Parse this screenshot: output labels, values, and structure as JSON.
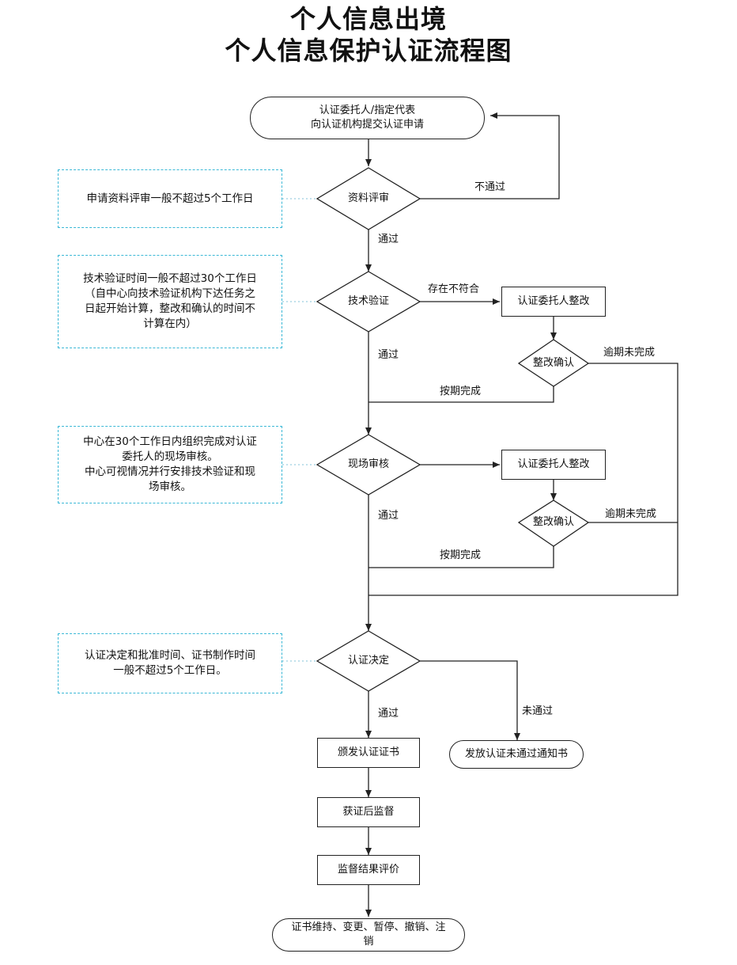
{
  "title": {
    "line1": "个人信息出境",
    "line2": "个人信息保护认证流程图"
  },
  "nodes": {
    "start": [
      "认证委托人/指定代表",
      "向认证机构提交认证申请"
    ],
    "doc_review": "资料评审",
    "tech_verify": "技术验证",
    "rectify_1": "认证委托人整改",
    "confirm_1": "整改确认",
    "onsite_audit": "现场审核",
    "rectify_2": "认证委托人整改",
    "confirm_2": "整改确认",
    "decision": "认证决定",
    "issue_cert": "颁发认证证书",
    "not_passed_notice": "发放认证未通过通知书",
    "post_supervision": "获证后监督",
    "supervision_eval": "监督结果评价",
    "end": [
      "证书维持、变更、暂停、撤销、注",
      "销"
    ]
  },
  "edge_labels": {
    "not_passed_review": "不通过",
    "pass_1": "通过",
    "nonconformity": "存在不符合",
    "overdue_1": "逾期未完成",
    "pass_2": "通过",
    "on_time_1": "按期完成",
    "overdue_2": "逾期未完成",
    "pass_3": "通过",
    "on_time_2": "按期完成",
    "pass_4": "通过",
    "not_passed_decision": "未通过"
  },
  "notes": {
    "review_time": [
      "申请资料评审一般不超过5个工作日"
    ],
    "tech_time": [
      "技术验证时间一般不超过30个工作日",
      "（自中心向技术验证机构下达任务之",
      "日起开始计算，整改和确认的时间不",
      "计算在内）"
    ],
    "audit_time": [
      "中心在30个工作日内组织完成对认证",
      "委托人的现场审核。",
      "中心可视情况并行安排技术验证和现",
      "场审核。"
    ],
    "decision_time": [
      "认证决定和批准时间、证书制作时间",
      "一般不超过5个工作日。"
    ]
  },
  "colors": {
    "line": "#222222",
    "note_border": "#3bb8d6",
    "connector_dotted": "#9ccfe0"
  }
}
